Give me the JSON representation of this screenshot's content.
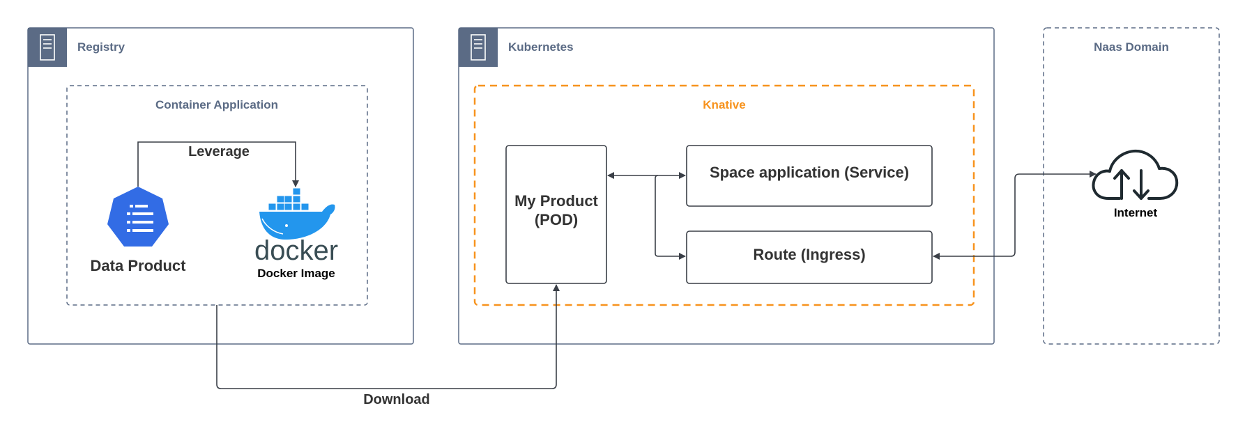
{
  "groups": {
    "registry": {
      "title": "Registry",
      "container_title": "Container Application"
    },
    "kubernetes": {
      "title": "Kubernetes",
      "knative_title": "Knative"
    },
    "naas": {
      "title": "Naas Domain"
    }
  },
  "nodes": {
    "data_product": "Data Product",
    "docker_logo": "docker",
    "docker_image": "Docker Image",
    "my_product_line1": "My Product",
    "my_product_line2": "(POD)",
    "space_application": "Space application (Service)",
    "route": "Route (Ingress)",
    "internet": "Internet"
  },
  "edges": {
    "leverage": "Leverage",
    "download": "Download"
  },
  "colors": {
    "group_border": "#5b6b85",
    "group_header": "#5b6b85",
    "knative": "#f7931e",
    "node_border": "#3a3f47",
    "kubernetes_blue": "#326ce5",
    "docker_blue": "#2396ed",
    "docker_text": "#394d54",
    "text_dark": "#333333"
  },
  "icons": {
    "registry_header": "server-icon",
    "kubernetes_header": "server-icon",
    "data_product": "kubernetes-heptagon-icon",
    "docker": "docker-whale-icon",
    "internet": "cloud-upload-download-icon"
  }
}
